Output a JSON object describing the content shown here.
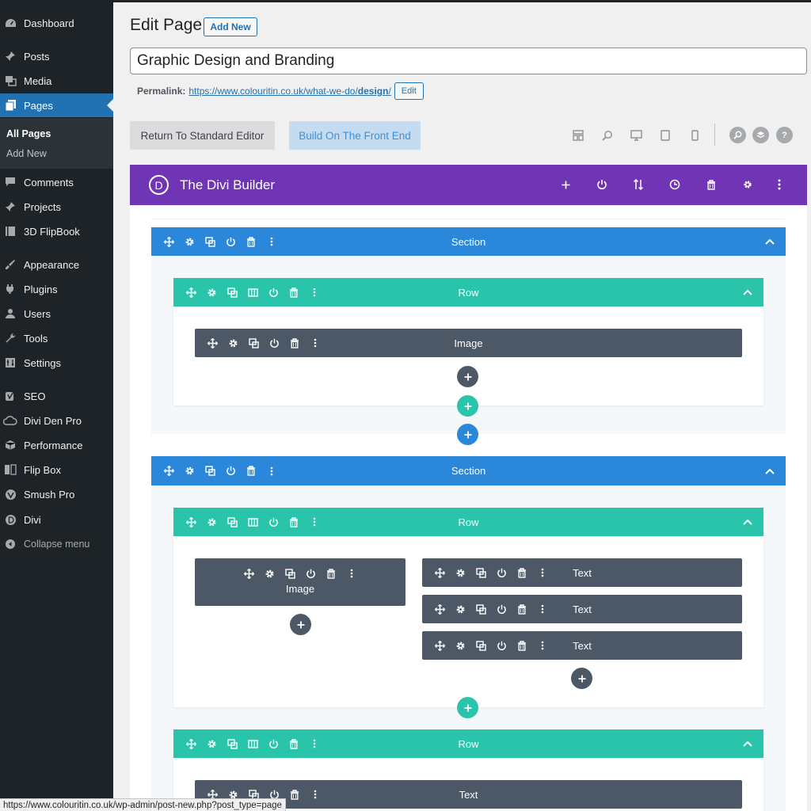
{
  "sidebar": {
    "items": [
      {
        "label": "Dashboard",
        "icon": "dashboard-icon"
      },
      {
        "label": "Posts",
        "icon": "pushpin-icon"
      },
      {
        "label": "Media",
        "icon": "media-icon"
      },
      {
        "label": "Pages",
        "icon": "pages-icon"
      },
      {
        "label": "Comments",
        "icon": "comment-icon"
      },
      {
        "label": "Projects",
        "icon": "pushpin-icon"
      },
      {
        "label": "3D FlipBook",
        "icon": "book-icon"
      },
      {
        "label": "Appearance",
        "icon": "brush-icon"
      },
      {
        "label": "Plugins",
        "icon": "plug-icon"
      },
      {
        "label": "Users",
        "icon": "user-icon"
      },
      {
        "label": "Tools",
        "icon": "wrench-icon"
      },
      {
        "label": "Settings",
        "icon": "settings-icon"
      },
      {
        "label": "SEO",
        "icon": "seo-icon"
      },
      {
        "label": "Divi Den Pro",
        "icon": "cloud-icon"
      },
      {
        "label": "Performance",
        "icon": "cube-icon"
      },
      {
        "label": "Flip Box",
        "icon": "flipbox-icon"
      },
      {
        "label": "Smush Pro",
        "icon": "smush-icon"
      },
      {
        "label": "Divi",
        "icon": "divi-icon"
      }
    ],
    "submenu": {
      "current": "All Pages",
      "add_new": "Add New"
    },
    "collapse_label": "Collapse menu",
    "active_color": "#2271b1"
  },
  "header": {
    "title": "Edit Page",
    "add_new": "Add New",
    "post_title": "Graphic Design and Branding",
    "permalink_label": "Permalink:",
    "permalink_base": "https://www.colouritin.co.uk/what-we-do/",
    "permalink_slug": "design",
    "permalink_end": "/",
    "permalink_edit": "Edit"
  },
  "editor_buttons": {
    "standard": "Return To Standard Editor",
    "front_end": "Build On The Front End"
  },
  "toolbar_icons": [
    "layout-icon",
    "zoom-icon",
    "desktop-icon",
    "tablet-icon",
    "phone-icon",
    "search-icon",
    "layers-icon",
    "help-icon"
  ],
  "builder": {
    "title": "The Divi Builder",
    "logo_letter": "D",
    "header_color": "#6f35b5",
    "section_label": "Section",
    "row_label": "Row",
    "image_label": "Image",
    "text_label": "Text",
    "section_color": "#2b87da",
    "row_color": "#29c4a9",
    "module_color": "#4c5866"
  },
  "status_bar": {
    "url": "https://www.colouritin.co.uk/wp-admin/post-new.php?post_type=page"
  }
}
